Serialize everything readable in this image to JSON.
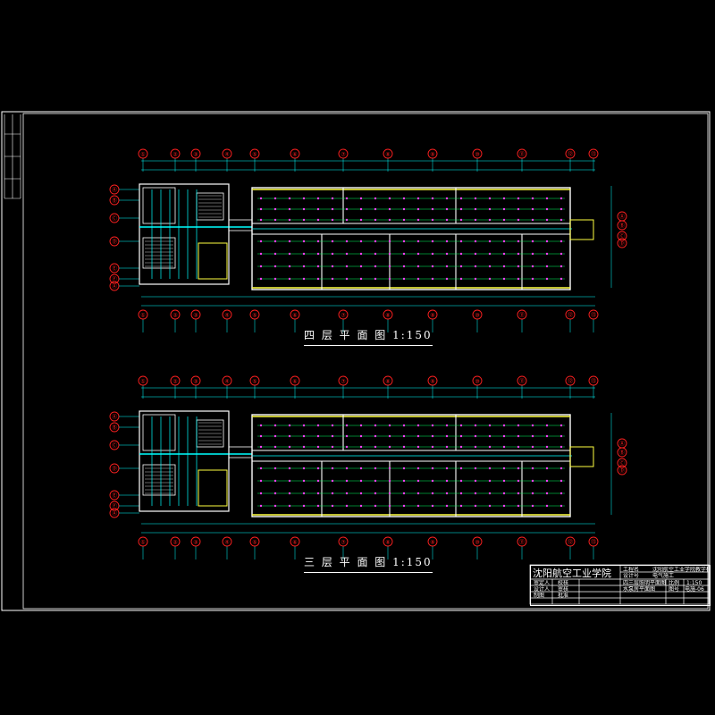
{
  "drawing": {
    "plans": [
      {
        "title": "四 层 平 面 图 1:150"
      },
      {
        "title": "三 层 平 面 图 1:150"
      }
    ],
    "column_axes": [
      "①",
      "②",
      "③",
      "④",
      "⑤",
      "⑥",
      "⑦",
      "⑧",
      "⑨",
      "⑩",
      "⑪",
      "⑫",
      "⑬",
      "⑭",
      "⑮"
    ],
    "row_axes": [
      "Ⓐ",
      "Ⓑ",
      "Ⓒ",
      "Ⓓ",
      "Ⓔ",
      "Ⓕ"
    ],
    "title_block": {
      "school": "沈阳航空工业学院",
      "rows": [
        [
          "工程名",
          "沈阳航空工业学院教学楼"
        ],
        [
          "设计号",
          "电气施工"
        ],
        [
          "审定人",
          "校核",
          "四三层照明平面图",
          "比例",
          "1:150"
        ],
        [
          "设计人",
          "审核",
          "水泵房平面图",
          "图号",
          "电施-06"
        ],
        [
          "制图",
          "批准"
        ]
      ]
    },
    "colors": {
      "background": "#000000",
      "frame": "#ffffff",
      "axis_bubble": "#ff2020",
      "dimension": "#00ffff",
      "wall": "#ffffff",
      "wiring": "#00ff60",
      "fixture": "#ff40ff",
      "highlight": "#ffff40"
    }
  }
}
